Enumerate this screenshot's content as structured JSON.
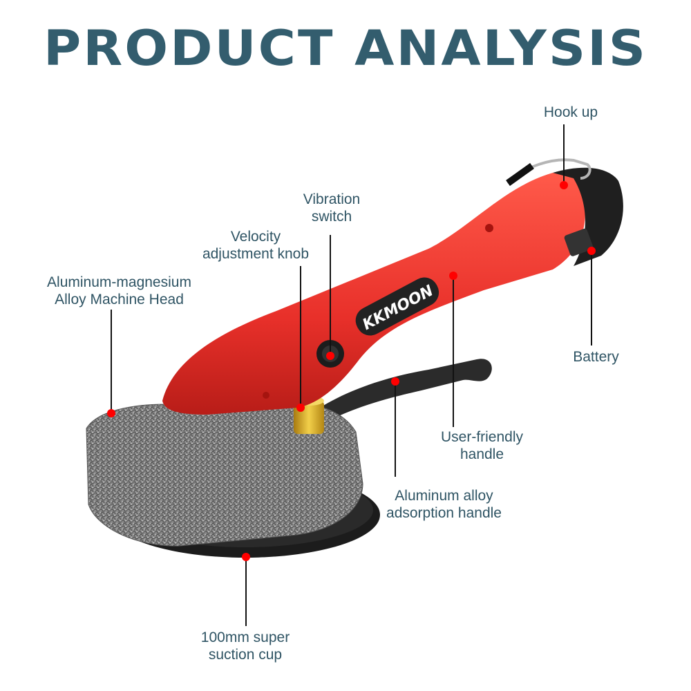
{
  "header": {
    "title": "PRODUCT ANALYSIS"
  },
  "product": {
    "brand_logo": "KKMOON",
    "colors": {
      "body": "#e8302a",
      "head": "#8a8a8a",
      "cup": "#1c1c1c",
      "knob": "#d4a21c",
      "title": "#335d6e",
      "callout_dot": "#ff0000"
    }
  },
  "callouts": [
    {
      "id": "hook-up",
      "line1": "Hook up",
      "line2": ""
    },
    {
      "id": "vibration-switch",
      "line1": "Vibration",
      "line2": "switch"
    },
    {
      "id": "velocity-knob",
      "line1": "Velocity",
      "line2": "adjustment knob"
    },
    {
      "id": "machine-head",
      "line1": "Aluminum-magnesium",
      "line2": "Alloy Machine Head"
    },
    {
      "id": "battery",
      "line1": "Battery",
      "line2": ""
    },
    {
      "id": "user-handle",
      "line1": "User-friendly",
      "line2": "handle"
    },
    {
      "id": "adsorption-handle",
      "line1": "Aluminum alloy",
      "line2": "adsorption handle"
    },
    {
      "id": "suction-cup",
      "line1": "100mm super",
      "line2": "suction cup"
    }
  ]
}
